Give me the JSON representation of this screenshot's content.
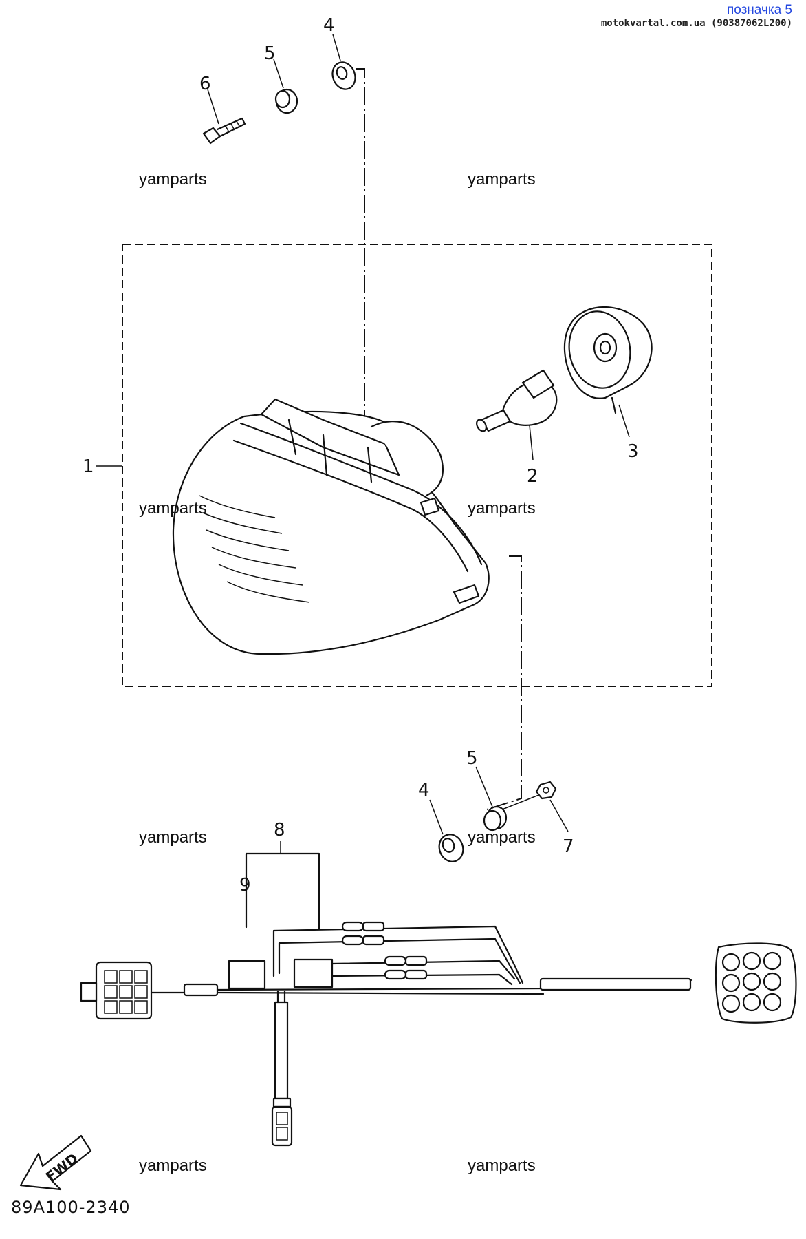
{
  "header": {
    "link_text": "позначка 5",
    "source_text": "motokvartal.com.ua (90387062L200)"
  },
  "watermarks": [
    "yamparts",
    "yamparts",
    "yamparts",
    "yamparts",
    "yamparts",
    "yamparts",
    "yamparts",
    "yamparts"
  ],
  "callouts": {
    "c1": "1",
    "c2": "2",
    "c3": "3",
    "c4_top": "4",
    "c5_top": "5",
    "c6": "6",
    "c4_bottom": "4",
    "c5_bottom": "5",
    "c7": "7",
    "c8": "8",
    "c9": "9"
  },
  "fwd_label": "FWD",
  "diagram_code": "89A100-2340"
}
